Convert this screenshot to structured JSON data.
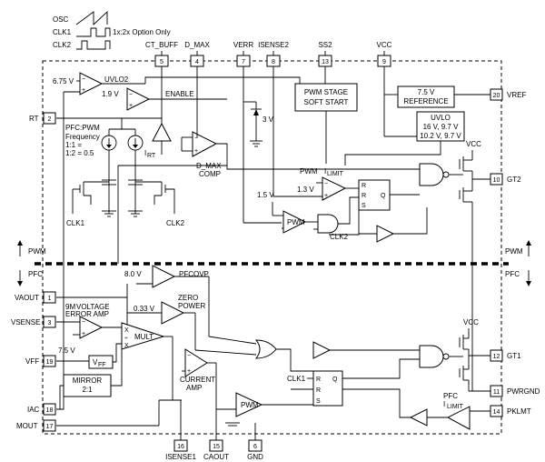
{
  "osc_legend": {
    "osc": "OSC",
    "clk1": "CLK1",
    "clk2": "CLK2",
    "note": "1x:2x Option Only"
  },
  "top_pins": [
    {
      "num": "5",
      "name": "CT_BUFF"
    },
    {
      "num": "4",
      "name": "D_MAX"
    },
    {
      "num": "7",
      "name": "VERR"
    },
    {
      "num": "8",
      "name": "ISENSE2"
    },
    {
      "num": "13",
      "name": "SS2"
    },
    {
      "num": "9",
      "name": "VCC"
    }
  ],
  "left_pins": [
    {
      "num": "2",
      "name": "RT"
    },
    {
      "num": "1",
      "name": "VAOUT"
    },
    {
      "num": "3",
      "name": "VSENSE"
    },
    {
      "num": "19",
      "name": "VFF"
    },
    {
      "num": "18",
      "name": "IAC"
    },
    {
      "num": "17",
      "name": "MOUT"
    }
  ],
  "right_pins": [
    {
      "num": "20",
      "name": "VREF"
    },
    {
      "num": "10",
      "name": "GT2"
    },
    {
      "num": "12",
      "name": "GT1"
    },
    {
      "num": "11",
      "name": "PWRGND"
    },
    {
      "num": "14",
      "name": "PKLMT"
    }
  ],
  "bottom_pins": [
    {
      "num": "16",
      "name": "ISENSE1"
    },
    {
      "num": "15",
      "name": "CAOUT"
    },
    {
      "num": "6",
      "name": "GND"
    }
  ],
  "labels": {
    "v675": "6.75 V",
    "uvlo2": "UVLO2",
    "v19": "1.9 V",
    "enable": "ENABLE",
    "pfc_pwm_freq_1": "PFC:PWM",
    "pfc_pwm_freq_2": "Frequency",
    "ratio_11": "1:1 = ",
    "ratio_12": "1:2 = 0.5",
    "irt": "I",
    "irt_sub": "RT",
    "dmax_comp_1": "D_MAX",
    "dmax_comp_2": "COMP",
    "pwm_stage_1": "PWM STAGE",
    "pwm_stage_2": "SOFT START",
    "v3": "3 V",
    "ref_1": "7.5 V",
    "ref_2": "REFERENCE",
    "uvlo_1": "UVLO",
    "uvlo_2": "16 V, 9.7 V",
    "uvlo_3": "10.2 V, 9.7 V",
    "vcc_top": "VCC",
    "pwm_ilimit": "PWM",
    "ilimit": "I",
    "ilimit_sub": "LIMIT",
    "v13": "1.3 V",
    "v15": "1.5 V",
    "pwm_comp": "PWM",
    "r": "R",
    "s": "S",
    "q": "Q",
    "clk1": "CLK1",
    "clk2": "CLK2",
    "pwm_section": "PWM",
    "pfc_section": "PFC",
    "v80": "8.0 V",
    "pfcovp": "PFCOVP",
    "v033": "0.33 V",
    "zero_power_1": "ZERO",
    "zero_power_2": "POWER",
    "vea_1": "VOLTAGE",
    "vea_2": "ERROR AMP",
    "vea_prefix": "9M",
    "v75": "7.5 V",
    "mult": "MULT",
    "x": "X",
    "divide": "÷",
    "vff_sq": "V",
    "vff_sq_sub": "FF",
    "mirror_1": "MIRROR",
    "mirror_2": "2:1",
    "current_amp_1": "CURRENT",
    "current_amp_2": "AMP",
    "pwm_bottom": "PWM",
    "vcc_bottom": "VCC",
    "pfc_ilimit_1": "PFC",
    "pfc_ilimit_2": "I",
    "pfc_ilimit_sub": "LIMIT",
    "plus": "+",
    "minus": "−"
  }
}
